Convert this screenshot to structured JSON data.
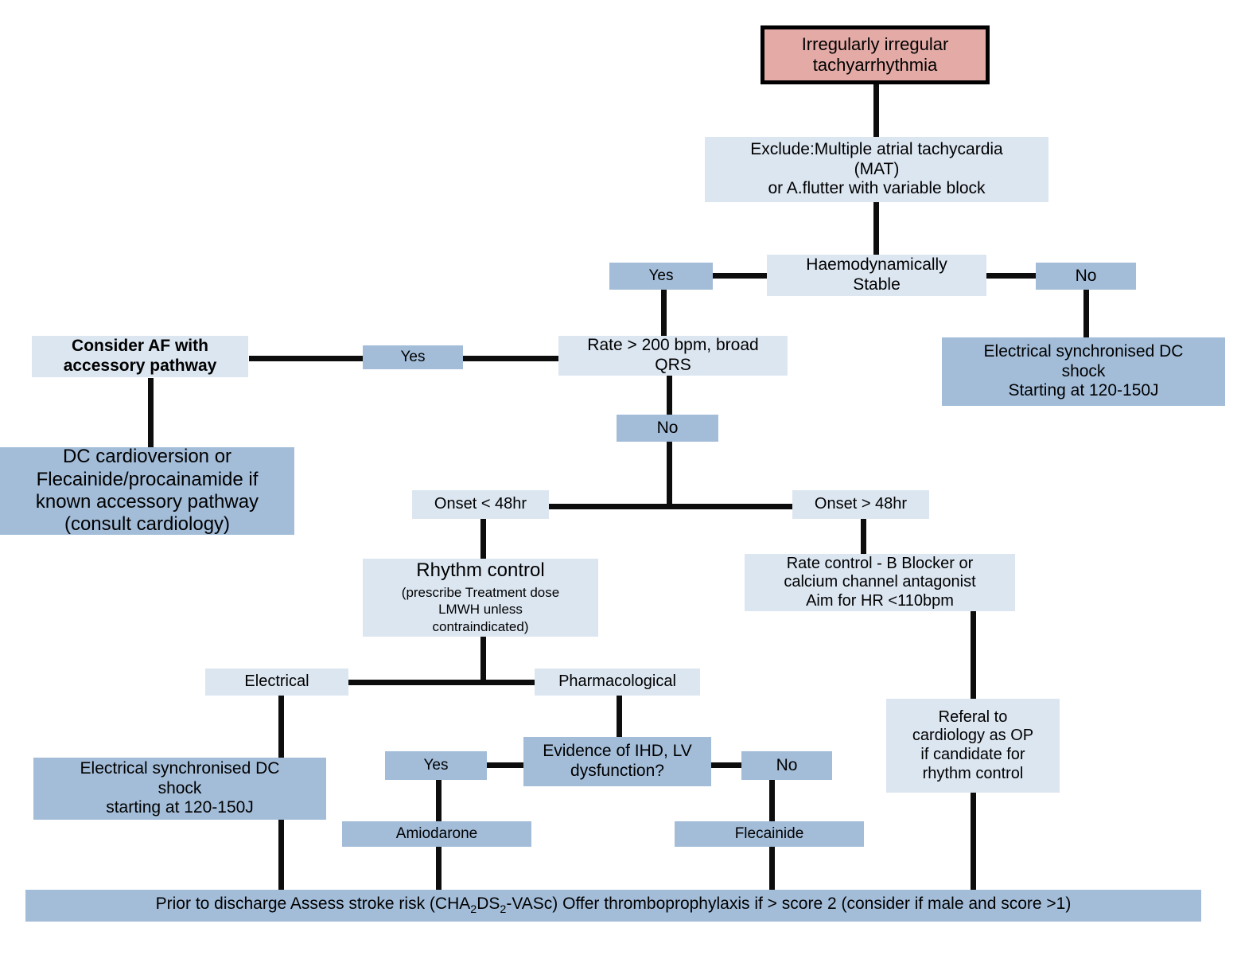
{
  "title": "Irregularly irregular tachyarrhythmia management flowchart",
  "colors": {
    "accent_pink": "#e3aaa6",
    "fill_light_blue": "#dce6f1",
    "fill_mid_blue": "#a3bdd9",
    "connector_black": "#0d0d0d",
    "text": "#000000",
    "background": "#ffffff"
  },
  "nodes": {
    "start": {
      "label": "Irregularly irregular tachyarrhythmia",
      "line1": "Irregularly irregular",
      "line2": "tachyarrhythmia",
      "style": "pink-outlined"
    },
    "exclude": {
      "line1": "Exclude:Multiple atrial tachycardia",
      "line2": "(MAT)",
      "line3": "or A.flutter with variable block",
      "style": "light"
    },
    "haemodynamically_stable": {
      "line1": "Haemodynamically",
      "line2": "Stable",
      "style": "light"
    },
    "stable_yes": {
      "label": "Yes",
      "style": "mid"
    },
    "stable_no": {
      "label": "No",
      "style": "mid"
    },
    "dc_shock_unstable": {
      "line1": "Electrical synchronised DC",
      "line2": "shock",
      "line3": "Starting at 120-150J",
      "style": "mid"
    },
    "rate_qrs": {
      "line1": "Rate > 200 bpm, broad",
      "line2": "QRS",
      "style": "light"
    },
    "rate_qrs_yes": {
      "label": "Yes",
      "style": "mid"
    },
    "rate_qrs_no": {
      "label": "No",
      "style": "mid"
    },
    "consider_af": {
      "line1": "Consider AF with",
      "line2": "accessory pathway",
      "style": "light"
    },
    "dc_cardioversion": {
      "line1": "DC cardioversion or",
      "line2": "Flecainide/procainamide if",
      "line3": "known accessory pathway",
      "line4": "(consult cardiology)",
      "style": "mid"
    },
    "onset_lt48": {
      "label": "Onset < 48hr",
      "style": "light"
    },
    "onset_gt48": {
      "label": "Onset > 48hr",
      "style": "light"
    },
    "rhythm_control": {
      "heading": "Rhythm control",
      "note_line1": "(prescribe Treatment dose",
      "note_line2": "LMWH unless",
      "note_line3": "contraindicated)",
      "style": "light"
    },
    "rate_control": {
      "line1": "Rate control - B Blocker or",
      "line2": "calcium channel antagonist",
      "line3": "Aim for HR <110bpm",
      "style": "light"
    },
    "electrical": {
      "label": "Electrical",
      "style": "light"
    },
    "pharmacological": {
      "label": "Pharmacological",
      "style": "light"
    },
    "dc_shock_electrical": {
      "line1": "Electrical synchronised DC",
      "line2": "shock",
      "line3": "starting at 120-150J",
      "style": "mid"
    },
    "ihd_lv": {
      "line1": "Evidence of IHD, LV",
      "line2": "dysfunction?",
      "style": "mid"
    },
    "ihd_yes": {
      "label": "Yes",
      "style": "mid"
    },
    "ihd_no": {
      "label": "No",
      "style": "mid"
    },
    "amiodarone": {
      "label": "Amiodarone",
      "style": "mid"
    },
    "flecainide": {
      "label": "Flecainide",
      "style": "mid"
    },
    "referral": {
      "line1": "Referal to",
      "line2": "cardiology as OP",
      "line3": "if candidate for",
      "line4": "rhythm control",
      "style": "light"
    },
    "discharge": {
      "text_before": "Prior to discharge Assess stroke risk (CHA",
      "sub1": "2",
      "text_mid1": "DS",
      "sub2": "2",
      "text_after": "-VASc) Offer thromboprophylaxis if > score 2 (consider if male and score >1)",
      "style": "mid"
    }
  }
}
